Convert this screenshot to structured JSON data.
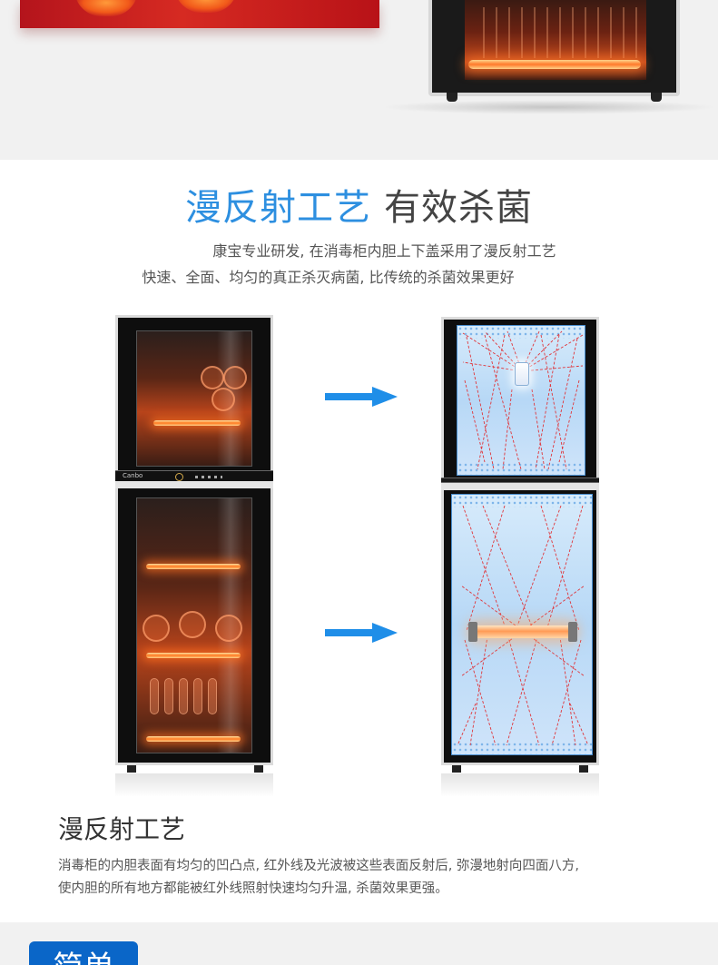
{
  "header": {
    "title_highlight": "漫反射工艺",
    "title_rest": "有效杀菌",
    "subtitle_line1": "康宝专业研发, 在消毒柜内胆上下盖采用了漫反射工艺",
    "subtitle_line2": "快速、全面、均匀的真正杀灭病菌, 比传统的杀菌效果更好"
  },
  "cabinet_left": {
    "brand": "Canbo"
  },
  "section": {
    "title": "漫反射工艺",
    "desc_line1": "消毒柜的内胆表面有均匀的凹凸点, 红外线及光波被这些表面反射后, 弥漫地射向四面八方,",
    "desc_line2": "使内胆的所有地方都能被红外线照射快速均匀升温, 杀菌效果更强。"
  },
  "bottom": {
    "box_text": "简单",
    "text_blue": "",
    "text_dark": ""
  },
  "colors": {
    "accent_blue": "#2d8fe0",
    "box_blue": "#0a66c8",
    "band_gray": "#f1f1f1",
    "ray_red": "#e0353a"
  }
}
